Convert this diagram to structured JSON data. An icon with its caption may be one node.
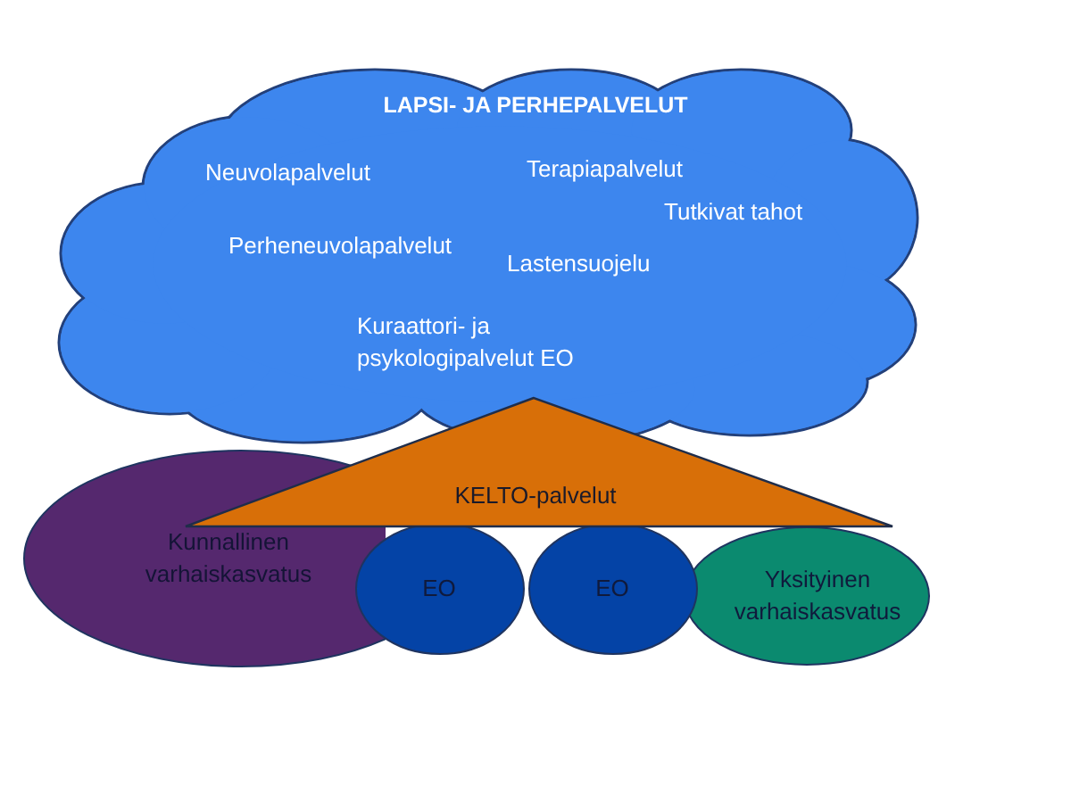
{
  "diagram": {
    "nodes": [
      {
        "text": [
          "LAPSI- JA PERHEPALVELUT",
          "Neuvolapalvelut",
          "Terapiapalvelut",
          "Tutkivat tahot",
          "Perheneuvolapalvelut",
          "Lastensuojelu",
          "Kuraattori- ja psykologipalvelut EO"
        ]
      },
      {
        "text": [
          "KELTO-palvelut"
        ]
      },
      {
        "text": [
          "Kunnallinen varhaiskasvatus"
        ]
      },
      {
        "text": [
          "EO"
        ]
      },
      {
        "text": [
          "EO"
        ]
      },
      {
        "text": [
          "Yksityinen varhaiskasvatus"
        ]
      }
    ]
  }
}
